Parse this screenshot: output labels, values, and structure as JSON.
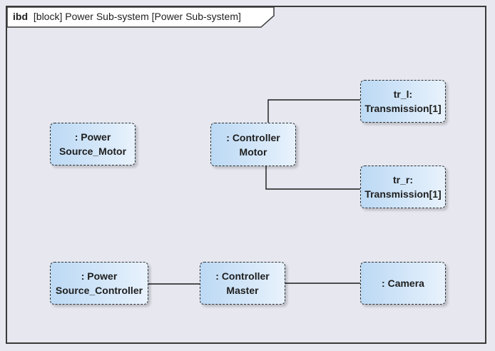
{
  "frame": {
    "keyword": "ibd",
    "title": "[block] Power Sub-system [Power Sub-system]"
  },
  "parts": {
    "power_source_motor": {
      "line1": ": Power",
      "line2": "Source_Motor"
    },
    "controller_motor": {
      "line1": ": Controller",
      "line2": "Motor"
    },
    "tr_l": {
      "line1": "tr_l:",
      "line2": "Transmission[1]"
    },
    "tr_r": {
      "line1": "tr_r:",
      "line2": "Transmission[1]"
    },
    "power_source_controller": {
      "line1": ": Power",
      "line2": "Source_Controller"
    },
    "controller_master": {
      "line1": ": Controller",
      "line2": "Master"
    },
    "camera": {
      "line1": ": Camera"
    }
  },
  "colors": {
    "part_fill_start": "#bcd9f4",
    "part_fill_end": "#e8f2fc",
    "border": "#2f2f2f",
    "background": "#e7e8f0"
  }
}
